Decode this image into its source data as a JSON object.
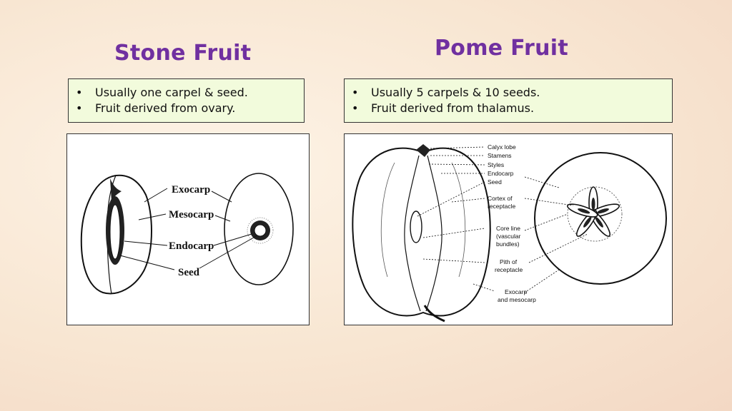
{
  "stone": {
    "title": "Stone Fruit",
    "bullets": [
      "Usually one carpel & seed.",
      "Fruit derived from ovary."
    ],
    "diagram_labels": [
      "Exocarp",
      "Mesocarp",
      "Endocarp",
      "Seed"
    ]
  },
  "pome": {
    "title": "Pome Fruit",
    "bullets": [
      "Usually 5 carpels & 10 seeds.",
      "Fruit derived from thalamus."
    ],
    "diagram_labels": {
      "calyx": "Calyx lobe",
      "stamens": "Stamens",
      "styles": "Styles",
      "endocarp": "Endocarp",
      "seed": "Seed",
      "cortex1": "Cortex of",
      "cortex2": "receptacle",
      "core1": "Core line",
      "core2": "(vascular",
      "core3": "bundles)",
      "pith1": "Pith of",
      "pith2": "receptacle",
      "exo1": "Exocarp",
      "exo2": "and mesocarp"
    }
  }
}
